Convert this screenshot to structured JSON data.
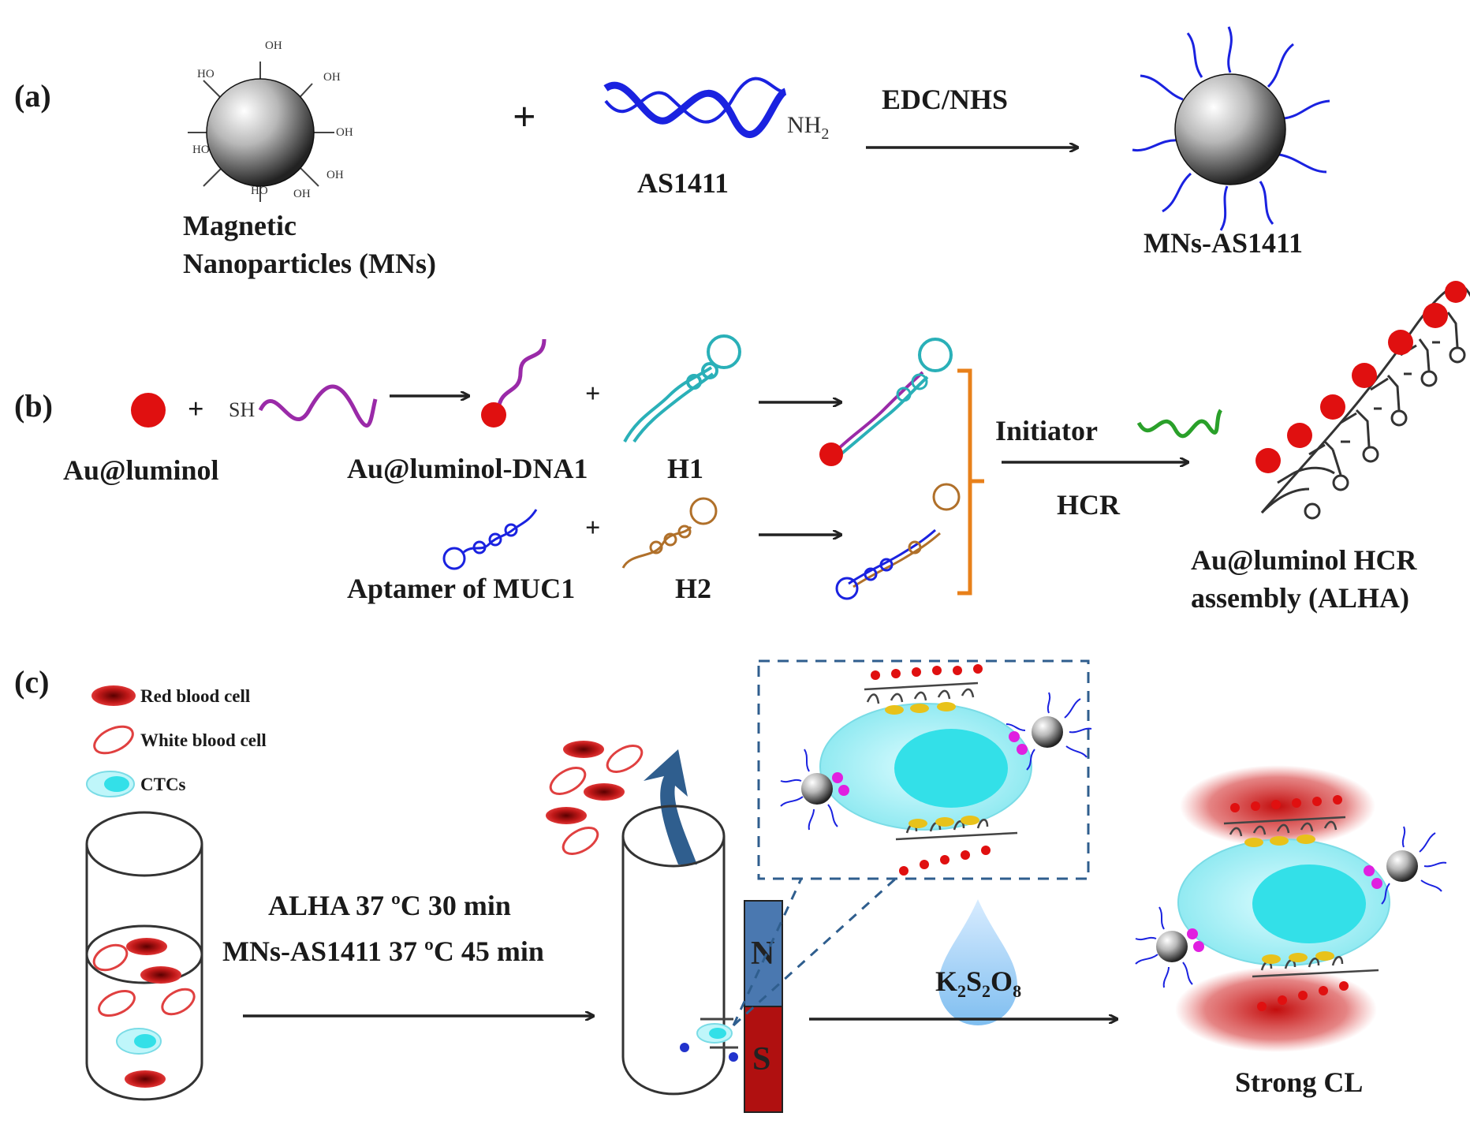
{
  "panels": {
    "a": "(a)",
    "b": "(b)",
    "c": "(c)"
  },
  "panel_a": {
    "mn_label_line1": "Magnetic",
    "mn_label_line2": "Nanoparticles (MNs)",
    "plus": "+",
    "aptamer_label": "AS1411",
    "amine": "NH",
    "amine_sub": "2",
    "reagent": "EDC/NHS",
    "product_label": "MNs-AS1411",
    "cooh_groups": [
      "OH",
      "HO",
      "OH",
      "OH",
      "HO",
      "OH",
      "HO",
      "OH"
    ]
  },
  "panel_b": {
    "au_label": "Au@luminol",
    "plus": "+",
    "thiol": "SH",
    "au_dna1_label": "Au@luminol-DNA1",
    "h1_label": "H1",
    "aptamer_muc1_label": "Aptamer of MUC1",
    "h2_label": "H2",
    "initiator_label": "Initiator",
    "hcr_label": "HCR",
    "product_line1": "Au@luminol HCR",
    "product_line2": "assembly (ALHA)"
  },
  "panel_c": {
    "legend": {
      "rbc": "Red blood cell",
      "wbc": "White blood cell",
      "ctc": "CTCs"
    },
    "step1_line1": "ALHA 37 ºC 30 min",
    "step1_line2": "MNs-AS1411 37 ºC 45 min",
    "magnet_n": "N",
    "magnet_s": "S",
    "oxidant": "K",
    "oxidant_sub1": "2",
    "oxidant_mid": "S",
    "oxidant_sub2": "2",
    "oxidant_end": "O",
    "oxidant_sub3": "8",
    "result_label": "Strong CL"
  },
  "colors": {
    "aptamer_blue": "#1a22e0",
    "gold_red": "#e01010",
    "dna1_purple": "#9a2aa8",
    "h1_teal": "#2ab0b8",
    "h2_brown": "#b0702a",
    "initiator_green": "#2aa02a",
    "bracket_orange": "#e8801a",
    "ctc_cyan": "#33e0e8",
    "magnet_blue": "#4a78b0",
    "magnet_red": "#b01010"
  }
}
